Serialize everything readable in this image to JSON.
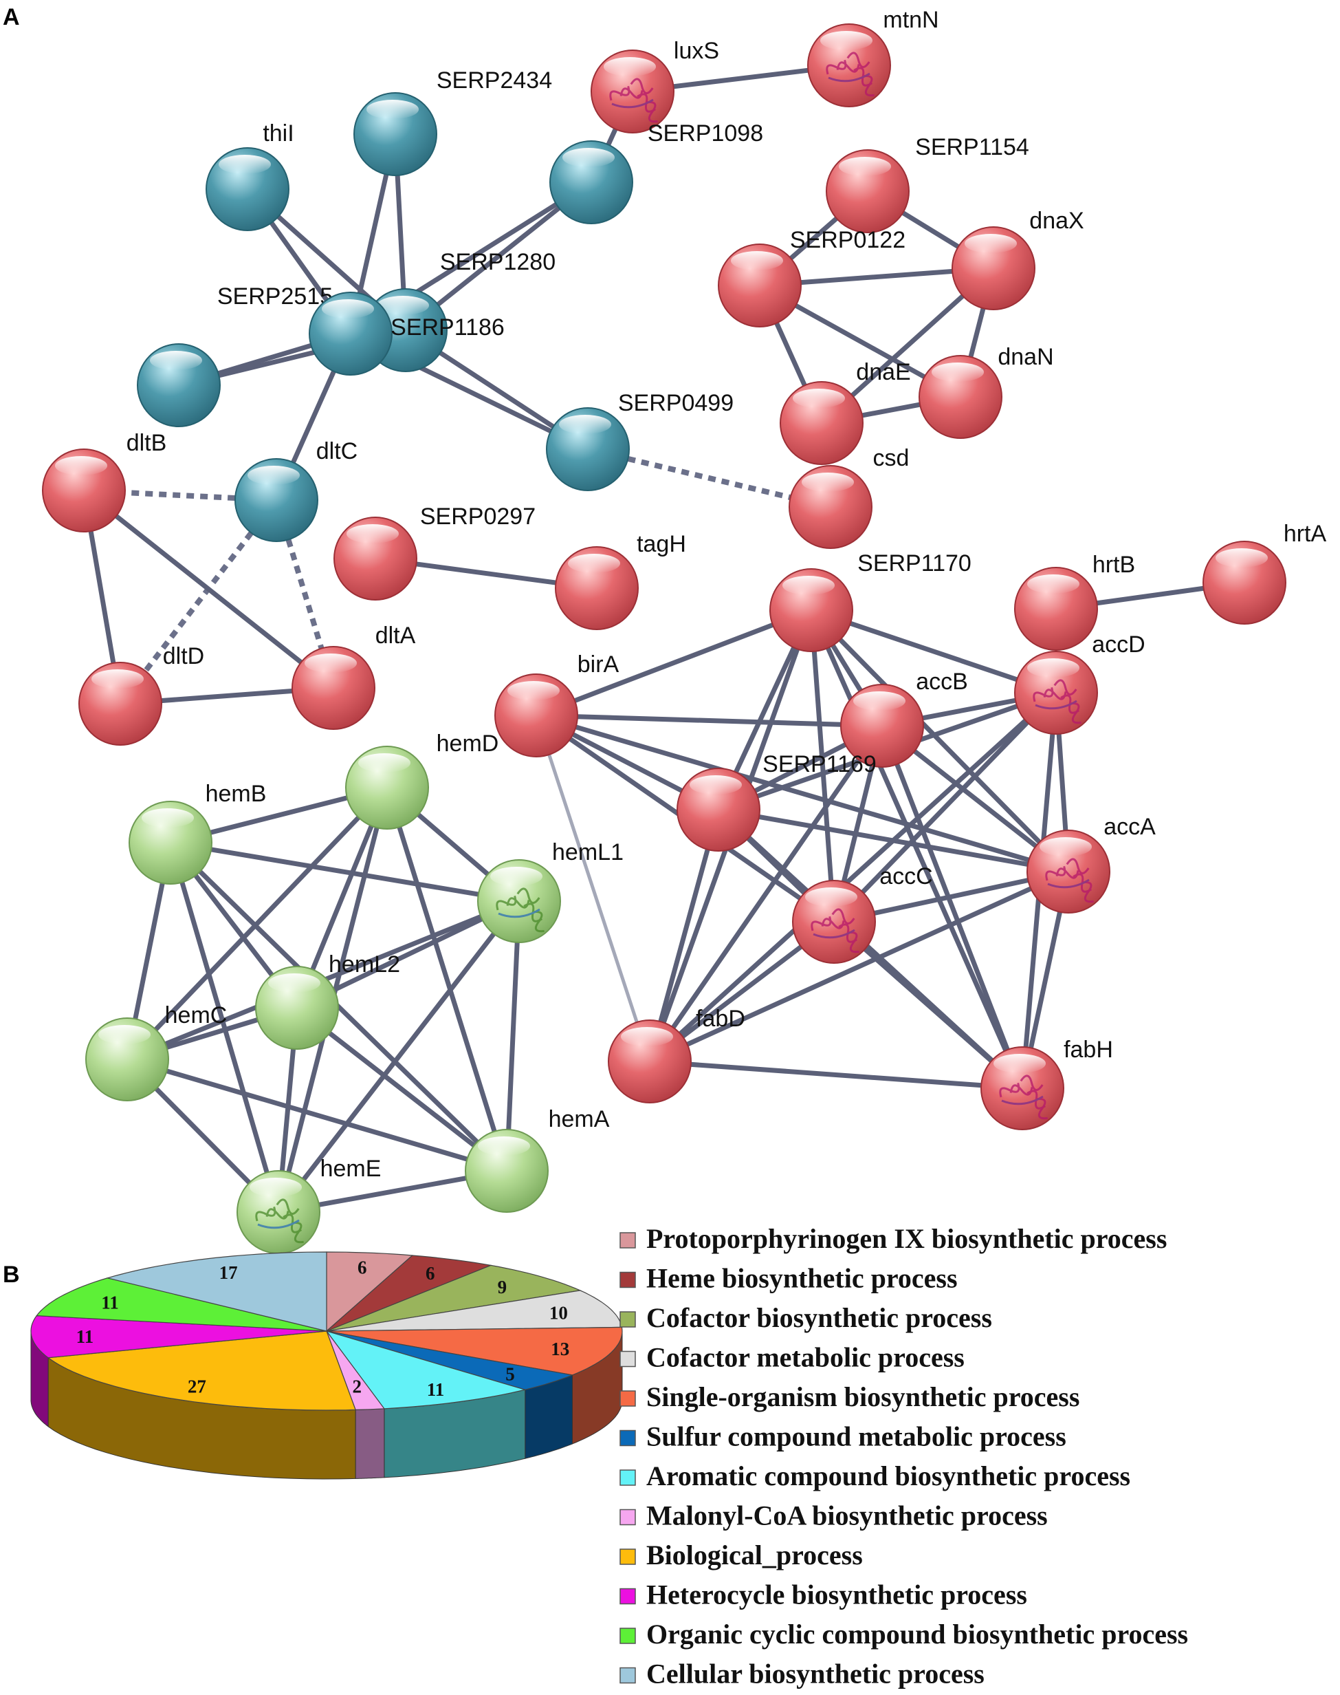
{
  "panels": {
    "a": "A",
    "b": "B"
  },
  "network": {
    "colors": {
      "red": "#e26a6f",
      "teal": "#4f9bad",
      "green": "#b5dc95"
    },
    "nodes": [
      {
        "id": "mtnN",
        "label": "mtnN",
        "group": "red",
        "structure": true
      },
      {
        "id": "luxS",
        "label": "luxS",
        "group": "red",
        "structure": true
      },
      {
        "id": "SERP2434",
        "label": "SERP2434",
        "group": "teal"
      },
      {
        "id": "thiI",
        "label": "thiI",
        "group": "teal"
      },
      {
        "id": "SERP1098",
        "label": "SERP1098",
        "group": "teal"
      },
      {
        "id": "SERP1280",
        "label": "SERP1280",
        "group": "teal"
      },
      {
        "id": "SERP2515",
        "label": "SERP2515",
        "group": "teal"
      },
      {
        "id": "SERP1186",
        "label": "SERP1186",
        "group": "teal"
      },
      {
        "id": "SERP0499",
        "label": "SERP0499",
        "group": "teal"
      },
      {
        "id": "dltC",
        "label": "dltC",
        "group": "teal"
      },
      {
        "id": "SERP1154",
        "label": "SERP1154",
        "group": "red"
      },
      {
        "id": "SERP0122",
        "label": "SERP0122",
        "group": "red"
      },
      {
        "id": "dnaX",
        "label": "dnaX",
        "group": "red"
      },
      {
        "id": "dnaE",
        "label": "dnaE",
        "group": "red"
      },
      {
        "id": "dnaN",
        "label": "dnaN",
        "group": "red"
      },
      {
        "id": "csd",
        "label": "csd",
        "group": "red"
      },
      {
        "id": "dltB",
        "label": "dltB",
        "group": "red"
      },
      {
        "id": "dltD",
        "label": "dltD",
        "group": "red"
      },
      {
        "id": "dltA",
        "label": "dltA",
        "group": "red"
      },
      {
        "id": "SERP0297",
        "label": "SERP0297",
        "group": "red"
      },
      {
        "id": "tagH",
        "label": "tagH",
        "group": "red"
      },
      {
        "id": "SERP1170",
        "label": "SERP1170",
        "group": "red"
      },
      {
        "id": "hrtB",
        "label": "hrtB",
        "group": "red"
      },
      {
        "id": "hrtA",
        "label": "hrtA",
        "group": "red"
      },
      {
        "id": "accD",
        "label": "accD",
        "group": "red",
        "structure": true
      },
      {
        "id": "birA",
        "label": "birA",
        "group": "red"
      },
      {
        "id": "accB",
        "label": "accB",
        "group": "red"
      },
      {
        "id": "SERP1169",
        "label": "SERP1169",
        "group": "red"
      },
      {
        "id": "accA",
        "label": "accA",
        "group": "red",
        "structure": true
      },
      {
        "id": "accC",
        "label": "accC",
        "group": "red",
        "structure": true
      },
      {
        "id": "fabD",
        "label": "fabD",
        "group": "red"
      },
      {
        "id": "fabH",
        "label": "fabH",
        "group": "red",
        "structure": true
      },
      {
        "id": "hemD",
        "label": "hemD",
        "group": "green"
      },
      {
        "id": "hemB",
        "label": "hemB",
        "group": "green"
      },
      {
        "id": "hemL1",
        "label": "hemL1",
        "group": "green",
        "structure": true
      },
      {
        "id": "hemL2",
        "label": "hemL2",
        "group": "green"
      },
      {
        "id": "hemC",
        "label": "hemC",
        "group": "green"
      },
      {
        "id": "hemA",
        "label": "hemA",
        "group": "green"
      },
      {
        "id": "hemE",
        "label": "hemE",
        "group": "green",
        "structure": true
      }
    ],
    "edges": [
      [
        "luxS",
        "mtnN"
      ],
      [
        "luxS",
        "SERP1098"
      ],
      [
        "thiI",
        "SERP1186"
      ],
      [
        "thiI",
        "SERP1280"
      ],
      [
        "SERP2434",
        "SERP1186"
      ],
      [
        "SERP2434",
        "SERP1280"
      ],
      [
        "SERP1098",
        "SERP1186"
      ],
      [
        "SERP1098",
        "SERP1280"
      ],
      [
        "SERP2515",
        "SERP1186"
      ],
      [
        "SERP2515",
        "SERP1280"
      ],
      [
        "SERP1186",
        "SERP1280"
      ],
      [
        "SERP1186",
        "dltC"
      ],
      [
        "SERP1186",
        "SERP0499"
      ],
      [
        "SERP1280",
        "SERP0499"
      ],
      [
        "SERP0499",
        "csd",
        "dashed"
      ],
      [
        "dltC",
        "dltB",
        "dashed"
      ],
      [
        "dltC",
        "dltD",
        "dashed"
      ],
      [
        "dltC",
        "dltA",
        "dashed"
      ],
      [
        "dltB",
        "dltD"
      ],
      [
        "dltB",
        "dltA"
      ],
      [
        "dltD",
        "dltA"
      ],
      [
        "SERP0297",
        "tagH"
      ],
      [
        "hrtB",
        "hrtA"
      ],
      [
        "SERP1154",
        "SERP0122"
      ],
      [
        "SERP1154",
        "dnaX"
      ],
      [
        "SERP0122",
        "dnaX"
      ],
      [
        "SERP0122",
        "dnaE"
      ],
      [
        "SERP0122",
        "dnaN"
      ],
      [
        "dnaX",
        "dnaE"
      ],
      [
        "dnaX",
        "dnaN"
      ],
      [
        "dnaE",
        "dnaN"
      ],
      [
        "SERP1170",
        "birA"
      ],
      [
        "SERP1170",
        "accB"
      ],
      [
        "SERP1170",
        "accD"
      ],
      [
        "SERP1170",
        "SERP1169"
      ],
      [
        "SERP1170",
        "accC"
      ],
      [
        "SERP1170",
        "accA"
      ],
      [
        "SERP1170",
        "fabD"
      ],
      [
        "SERP1170",
        "fabH"
      ],
      [
        "birA",
        "accB"
      ],
      [
        "birA",
        "SERP1169"
      ],
      [
        "birA",
        "accC"
      ],
      [
        "birA",
        "accA"
      ],
      [
        "birA",
        "fabD",
        "weak"
      ],
      [
        "accB",
        "accD"
      ],
      [
        "accB",
        "SERP1169"
      ],
      [
        "accB",
        "accC"
      ],
      [
        "accB",
        "accA"
      ],
      [
        "accB",
        "fabD"
      ],
      [
        "accB",
        "fabH"
      ],
      [
        "accD",
        "SERP1169"
      ],
      [
        "accD",
        "accA"
      ],
      [
        "accD",
        "accC"
      ],
      [
        "accD",
        "fabD"
      ],
      [
        "accD",
        "fabH"
      ],
      [
        "SERP1169",
        "accC"
      ],
      [
        "SERP1169",
        "accA"
      ],
      [
        "SERP1169",
        "fabD"
      ],
      [
        "SERP1169",
        "fabH"
      ],
      [
        "accA",
        "accC"
      ],
      [
        "accA",
        "fabD"
      ],
      [
        "accA",
        "fabH"
      ],
      [
        "accC",
        "fabD"
      ],
      [
        "accC",
        "fabH"
      ],
      [
        "fabD",
        "fabH"
      ],
      [
        "hemD",
        "hemB"
      ],
      [
        "hemD",
        "hemL1"
      ],
      [
        "hemD",
        "hemL2"
      ],
      [
        "hemD",
        "hemC"
      ],
      [
        "hemD",
        "hemE"
      ],
      [
        "hemD",
        "hemA"
      ],
      [
        "hemB",
        "hemL1"
      ],
      [
        "hemB",
        "hemL2"
      ],
      [
        "hemB",
        "hemC"
      ],
      [
        "hemB",
        "hemE"
      ],
      [
        "hemB",
        "hemA"
      ],
      [
        "hemL1",
        "hemL2"
      ],
      [
        "hemL1",
        "hemC"
      ],
      [
        "hemL1",
        "hemE"
      ],
      [
        "hemL1",
        "hemA"
      ],
      [
        "hemL2",
        "hemC"
      ],
      [
        "hemL2",
        "hemE"
      ],
      [
        "hemL2",
        "hemA"
      ],
      [
        "hemC",
        "hemE"
      ],
      [
        "hemC",
        "hemA"
      ],
      [
        "hemE",
        "hemA"
      ]
    ]
  },
  "chart_data": {
    "type": "pie",
    "style": "3d",
    "slices": [
      {
        "label": "Protoporphyrinogen IX biosynthetic process",
        "value": 6,
        "color": "#d9979b"
      },
      {
        "label": "Heme biosynthetic process",
        "value": 6,
        "color": "#a33a3a"
      },
      {
        "label": "Cofactor biosynthetic process",
        "value": 9,
        "color": "#99b45c"
      },
      {
        "label": "Cofactor metabolic process",
        "value": 10,
        "color": "#dedede"
      },
      {
        "label": "Single-organism biosynthetic process",
        "value": 13,
        "color": "#f56a45"
      },
      {
        "label": "Sulfur compound metabolic process",
        "value": 5,
        "color": "#0b6ab8"
      },
      {
        "label": "Aromatic compound biosynthetic process",
        "value": 11,
        "color": "#63f2f7"
      },
      {
        "label": "Malonyl-CoA biosynthetic process",
        "value": 2,
        "color": "#f6a7f0"
      },
      {
        "label": "Biological_process",
        "value": 27,
        "color": "#fdbc0c"
      },
      {
        "label": "Heterocycle biosynthetic process",
        "value": 11,
        "color": "#ec10e0"
      },
      {
        "label": "Organic cyclic compound biosynthetic process",
        "value": 11,
        "color": "#5df037"
      },
      {
        "label": "Cellular biosynthetic process",
        "value": 17,
        "color": "#9ec8dc"
      }
    ],
    "legend_position": "right"
  }
}
